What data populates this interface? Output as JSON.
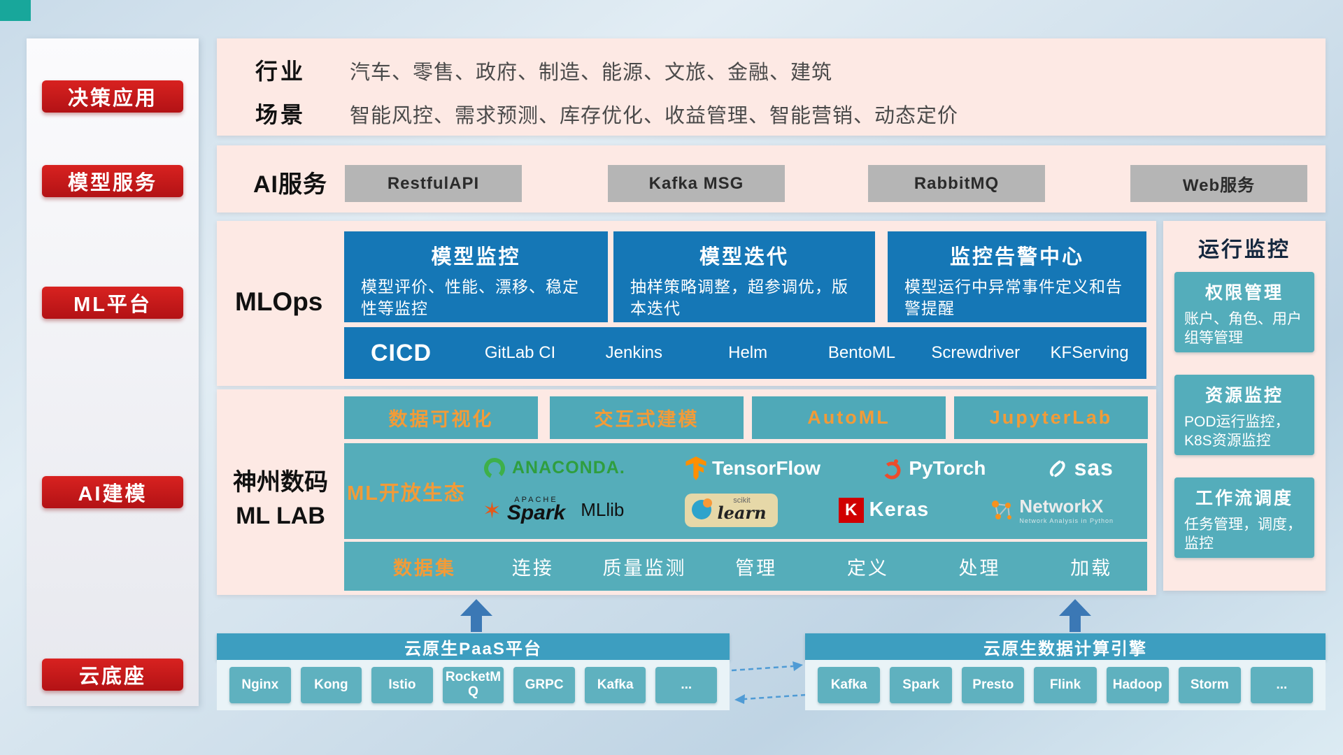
{
  "colors": {
    "accent_red": "#c4161c",
    "panel_pink": "#fde9e4",
    "card_blue": "#1577b6",
    "teal": "#54adbb",
    "teal_header": "#3d9ec0",
    "orange_text": "#f29b38",
    "gray_button": "#b5b5b5",
    "arrow_blue": "#3b78b5"
  },
  "sidebar": {
    "items": [
      {
        "label": "决策应用"
      },
      {
        "label": "模型服务"
      },
      {
        "label": "ML平台"
      },
      {
        "label": "AI建模"
      },
      {
        "label": "云底座"
      }
    ]
  },
  "industry": {
    "rows": [
      {
        "label": "行业",
        "text": "汽车、零售、政府、制造、能源、文旅、金融、建筑"
      },
      {
        "label": "场景",
        "text": "智能风控、需求预测、库存优化、收益管理、智能营销、动态定价"
      }
    ]
  },
  "ai_service": {
    "label": "AI服务",
    "buttons": [
      "RestfulAPI",
      "Kafka MSG",
      "RabbitMQ",
      "Web服务"
    ]
  },
  "mlops": {
    "label": "MLOps",
    "cards": [
      {
        "title": "模型监控",
        "desc": "模型评价、性能、漂移、稳定性等监控"
      },
      {
        "title": "模型迭代",
        "desc": "抽样策略调整，超参调优，版本迭代"
      },
      {
        "title": "监控告警中心",
        "desc": "模型运行中异常事件定义和告警提醒"
      }
    ],
    "cicd_label": "CICD",
    "cicd_items": [
      "GitLab CI",
      "Jenkins",
      "Helm",
      "BentoML",
      "Screwdriver",
      "KFServing"
    ]
  },
  "monitor": {
    "title": "运行监控",
    "cards": [
      {
        "title": "权限管理",
        "desc": "账户、角色、用户组等管理"
      },
      {
        "title": "资源监控",
        "desc": "POD运行监控，K8S资源监控"
      },
      {
        "title": "工作流调度",
        "desc": "任务管理，调度，监控"
      }
    ]
  },
  "mllab": {
    "label_line1": "神州数码",
    "label_line2": "ML LAB",
    "tools": [
      "数据可视化",
      "交互式建模",
      "AutoML",
      "JupyterLab"
    ],
    "eco_label": "ML开放生态",
    "logos": {
      "anaconda": {
        "text": "ANACONDA."
      },
      "tensorflow": {
        "text": "TensorFlow"
      },
      "pytorch": {
        "text": "PyTorch"
      },
      "sas": {
        "text": "sas"
      },
      "spark": {
        "apache": "APACHE",
        "text": "Spark",
        "suffix": "MLlib"
      },
      "sklearn": {
        "top": "scikit",
        "text": "learn"
      },
      "keras": {
        "badge": "K",
        "text": "Keras"
      },
      "networkx": {
        "text": "NetworkX",
        "sub": "Network Analysis in Python"
      }
    },
    "dataset": {
      "label": "数据集",
      "items": [
        "连接",
        "质量监测",
        "管理",
        "定义",
        "处理",
        "加载"
      ]
    }
  },
  "paas": {
    "title": "云原生PaaS平台",
    "buttons": [
      "Nginx",
      "Kong",
      "Istio",
      "RocketMQ",
      "GRPC",
      "Kafka",
      "..."
    ]
  },
  "engine": {
    "title": "云原生数据计算引擎",
    "buttons": [
      "Kafka",
      "Spark",
      "Presto",
      "Flink",
      "Hadoop",
      "Storm",
      "..."
    ]
  }
}
